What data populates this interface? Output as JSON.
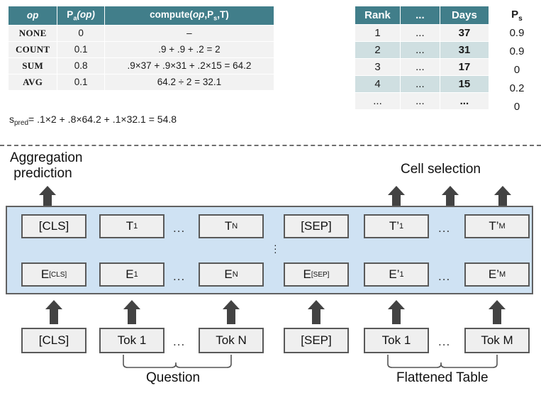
{
  "aggregation_table": {
    "name": "aggregation-operator-table",
    "headers": [
      "op",
      "P_a(op)",
      "compute(op,P_s,T)"
    ],
    "header_op": "op",
    "header_pa_base": "P",
    "header_pa_sub": "a",
    "header_pa_tail": "(op)",
    "header_compute_pre": "compute(",
    "header_compute_op": "op",
    "header_compute_mid": ",P",
    "header_compute_sub": "s",
    "header_compute_tail": ",T)",
    "rows": [
      {
        "op": "NONE",
        "pa": "0",
        "compute": "–"
      },
      {
        "op": "COUNT",
        "pa": "0.1",
        "compute": ".9 + .9 + .2 = 2"
      },
      {
        "op": "SUM",
        "pa": "0.8",
        "compute": ".9×37 + .9×31 + .2×15 = 64.2"
      },
      {
        "op": "AVG",
        "pa": "0.1",
        "compute": "64.2 ÷ 2 = 32.1"
      }
    ]
  },
  "s_pred": {
    "symbol": "s",
    "subscript": "pred",
    "equation": "= .1×2 + .8×64.2 + .1×32.1 = 54.8"
  },
  "rank_table": {
    "name": "rank-days-table",
    "headers": [
      "Rank",
      "...",
      "Days"
    ],
    "rows": [
      {
        "rank": "1",
        "dots": "...",
        "days": "37",
        "highlight": false
      },
      {
        "rank": "2",
        "dots": "...",
        "days": "31",
        "highlight": true
      },
      {
        "rank": "3",
        "dots": "...",
        "days": "17",
        "highlight": false
      },
      {
        "rank": "4",
        "dots": "...",
        "days": "15",
        "highlight": true
      },
      {
        "rank": "...",
        "dots": "...",
        "days": "...",
        "highlight": false
      }
    ]
  },
  "ps_column": {
    "header_base": "P",
    "header_sub": "s",
    "values": [
      "0.9",
      "0.9",
      "0",
      "0.2",
      "0"
    ]
  },
  "labels": {
    "aggregation_prediction": "Aggregation\n prediction",
    "cell_selection": "Cell selection",
    "question": "Question",
    "flattened_table": "Flattened Table"
  },
  "encoder": {
    "output_row": [
      {
        "base": "[CLS]",
        "sub": "",
        "prime": false
      },
      {
        "base": "T",
        "sub": "1",
        "prime": false
      },
      {
        "base": "T",
        "sub": "N",
        "prime": false
      },
      {
        "base": "[SEP]",
        "sub": "",
        "prime": false
      },
      {
        "base": "T",
        "sub": "1",
        "prime": true
      },
      {
        "base": "T",
        "sub": "M",
        "prime": true
      }
    ],
    "input_row": [
      {
        "base": "E",
        "sub": "[CLS]",
        "prime": false
      },
      {
        "base": "E",
        "sub": "1",
        "prime": false
      },
      {
        "base": "E",
        "sub": "N",
        "prime": false
      },
      {
        "base": "E",
        "sub": "[SEP]",
        "prime": false
      },
      {
        "base": "E",
        "sub": "1",
        "prime": true
      },
      {
        "base": "E",
        "sub": "M",
        "prime": true
      }
    ],
    "ellipsis": "...",
    "vertical_dots": "⋮"
  },
  "tokens": [
    "[CLS]",
    "Tok 1",
    "Tok N",
    "[SEP]",
    "Tok 1",
    "Tok M"
  ],
  "token_ellipsis": "...",
  "colors": {
    "table_header": "#417e8a",
    "table_row": "#f2f2f2",
    "table_row_highlight": "#cfdfe1",
    "encoder_block": "#cfe2f3",
    "encoder_border": "#616161",
    "token_box": "#efefef",
    "token_border": "#595959",
    "arrow": "#434343"
  }
}
